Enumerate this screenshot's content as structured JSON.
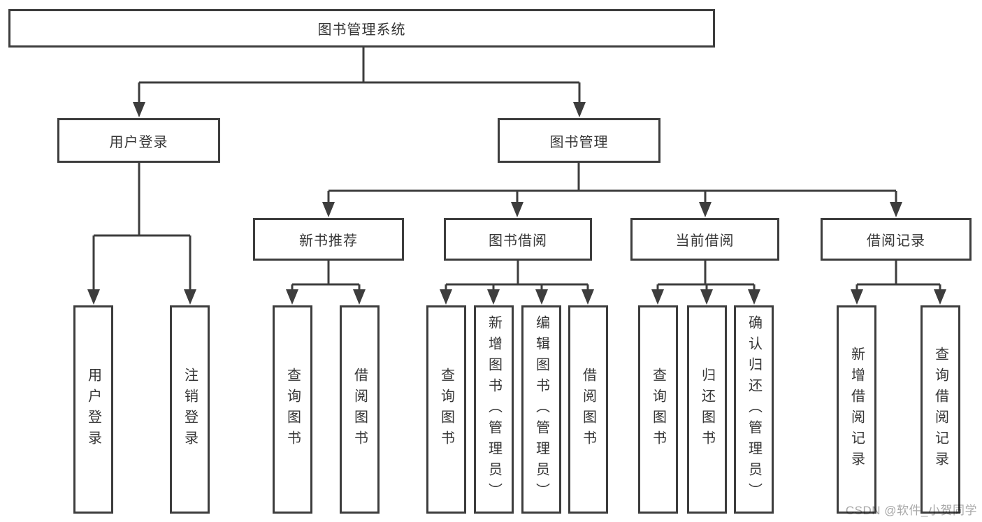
{
  "diagram_type": "hierarchy-tree",
  "colors": {
    "line": "#3d3d3d",
    "box_fill": "#ffffff",
    "text": "#363636",
    "watermark": "#a8a8a8",
    "background": "#ffffff"
  },
  "tree": {
    "root": "图书管理系统",
    "branches": [
      {
        "label": "用户登录",
        "children": [
          "用户登录",
          "注销登录"
        ]
      },
      {
        "label": "图书管理",
        "groups": [
          {
            "label": "新书推荐",
            "children": [
              "查询图书",
              "借阅图书"
            ]
          },
          {
            "label": "图书借阅",
            "children": [
              "查询图书",
              "新增图书（管理员）",
              "编辑图书（管理员）",
              "借阅图书"
            ]
          },
          {
            "label": "当前借阅",
            "children": [
              "查询图书",
              "归还图书",
              "确认归还（管理员）"
            ]
          },
          {
            "label": "借阅记录",
            "children": [
              "新增借阅记录",
              "查询借阅记录"
            ]
          }
        ]
      }
    ]
  },
  "watermark": {
    "text": "CSDN @软件_小贺同学"
  }
}
